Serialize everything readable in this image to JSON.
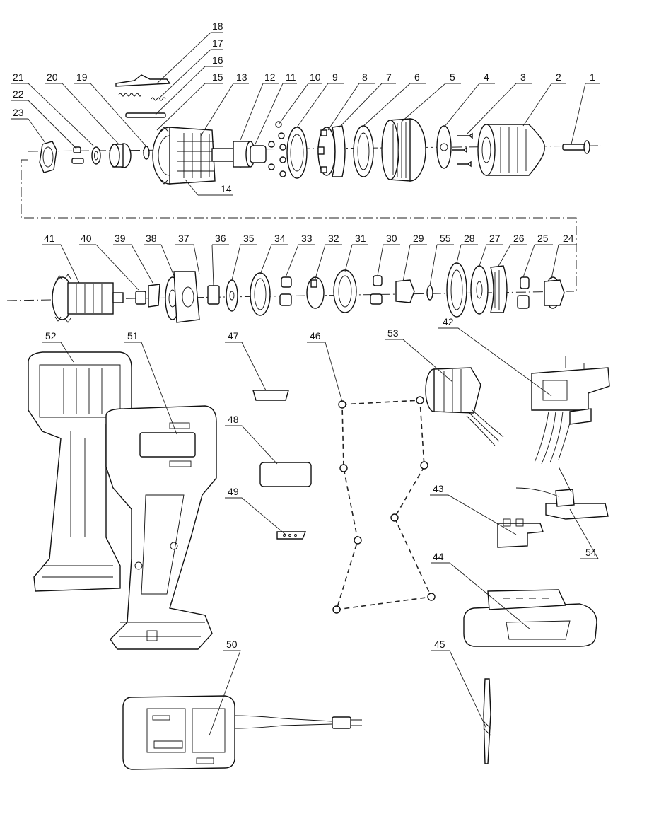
{
  "diagram": {
    "part_numbers": [
      "1",
      "2",
      "3",
      "4",
      "5",
      "6",
      "7",
      "8",
      "9",
      "10",
      "11",
      "12",
      "13",
      "14",
      "15",
      "16",
      "17",
      "18",
      "19",
      "20",
      "21",
      "22",
      "23",
      "24",
      "25",
      "26",
      "27",
      "28",
      "29",
      "30",
      "31",
      "32",
      "33",
      "34",
      "35",
      "36",
      "37",
      "38",
      "39",
      "40",
      "41",
      "42",
      "43",
      "44",
      "45",
      "46",
      "47",
      "48",
      "49",
      "50",
      "51",
      "52",
      "53",
      "54",
      "55"
    ]
  }
}
